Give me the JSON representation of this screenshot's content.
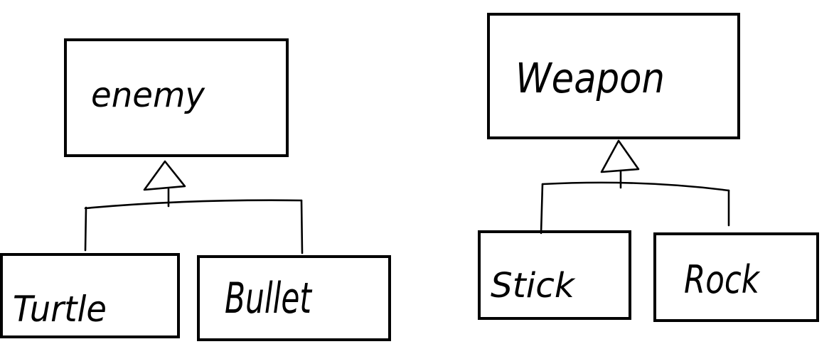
{
  "diagram": {
    "left_tree": {
      "parent": "enemy",
      "children": [
        "Turtle",
        "Bullet"
      ]
    },
    "right_tree": {
      "parent": "Weapon",
      "children": [
        "Stick",
        "Rock"
      ]
    }
  },
  "colors": {
    "background": "#ffffff",
    "ink": "#000000"
  }
}
